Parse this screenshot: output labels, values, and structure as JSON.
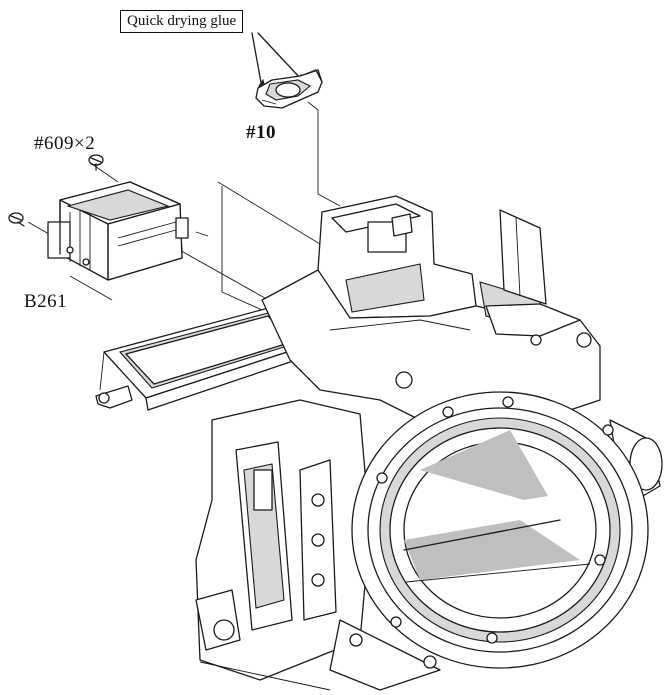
{
  "labels": {
    "callout": "Quick drying glue",
    "part_10": "#10",
    "part_609": "#609×2",
    "part_b261": "B261"
  }
}
